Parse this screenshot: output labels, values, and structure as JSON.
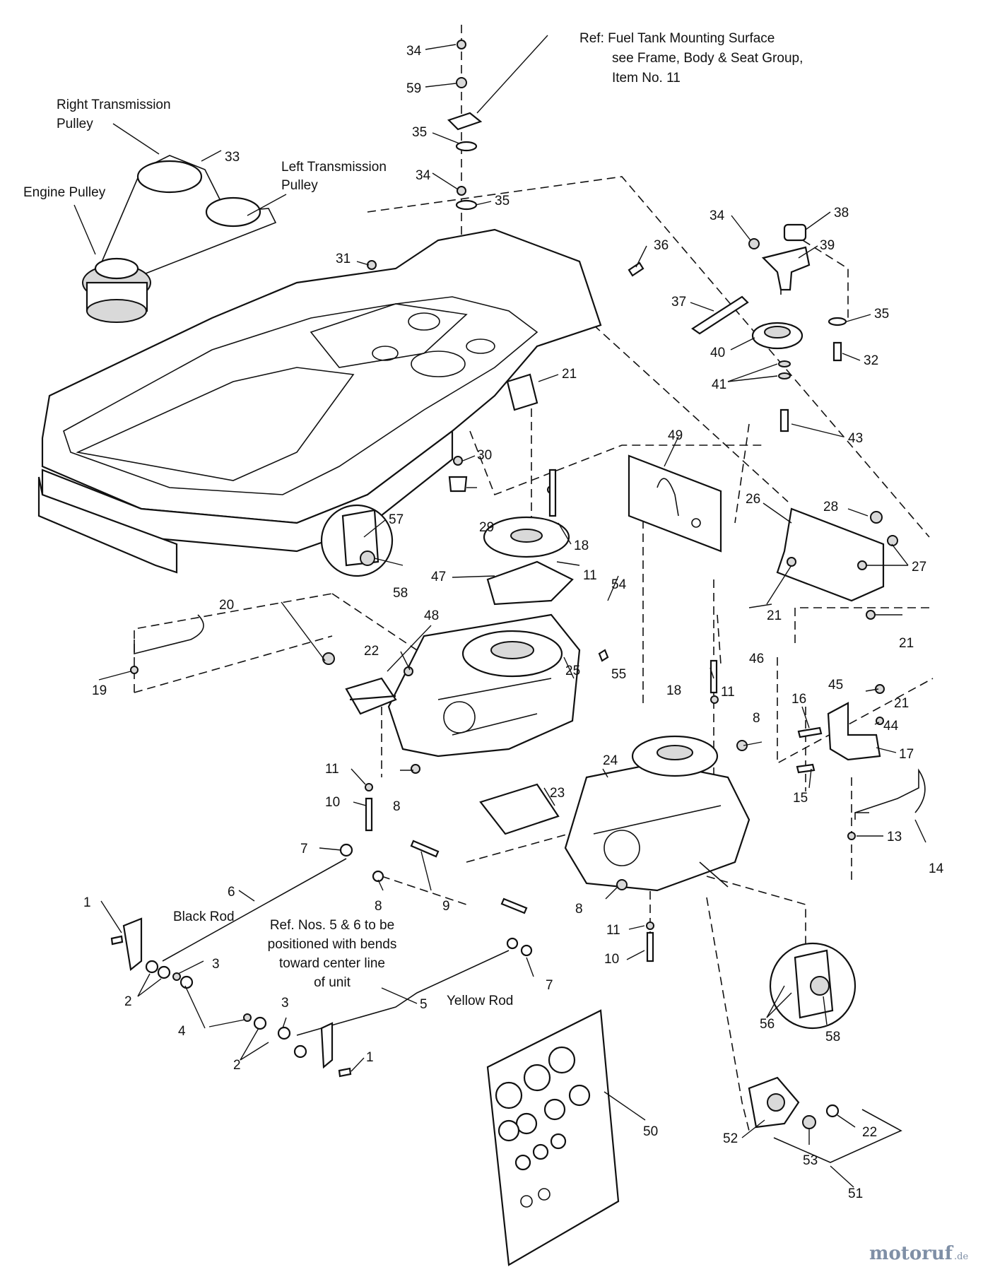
{
  "labels": {
    "right_pulley_1": "Right Transmission",
    "right_pulley_2": "Pulley",
    "left_pulley_1": "Left Transmission",
    "left_pulley_2": "Pulley",
    "engine_pulley": "Engine Pulley",
    "ref_1": "Ref:  Fuel Tank Mounting Surface",
    "ref_2": "see Frame, Body & Seat Group,",
    "ref_3": "Item No. 11",
    "black_rod": "Black Rod",
    "yellow_rod": "Yellow Rod",
    "note_1": "Ref. Nos. 5 & 6 to be",
    "note_2": "positioned with bends",
    "note_3": "toward center line",
    "note_4": "of unit"
  },
  "callouts": [
    "34",
    "59",
    "35",
    "34",
    "35",
    "33",
    "31",
    "36",
    "34",
    "38",
    "39",
    "35",
    "37",
    "40",
    "32",
    "41",
    "21",
    "43",
    "30",
    "29",
    "49",
    "26",
    "28",
    "27",
    "57",
    "18",
    "11",
    "47",
    "58",
    "54",
    "21",
    "21",
    "20",
    "48",
    "55",
    "46",
    "21",
    "22",
    "25",
    "18",
    "11",
    "16",
    "45",
    "44",
    "19",
    "8",
    "17",
    "24",
    "11",
    "10",
    "8",
    "23",
    "15",
    "13",
    "14",
    "7",
    "9",
    "8",
    "6",
    "1",
    "3",
    "8",
    "11",
    "10",
    "7",
    "2",
    "4",
    "3",
    "5",
    "2",
    "1",
    "56",
    "58",
    "50",
    "52",
    "53",
    "22",
    "51"
  ],
  "watermark": {
    "brand": "motoruf",
    "tld": ".de"
  }
}
